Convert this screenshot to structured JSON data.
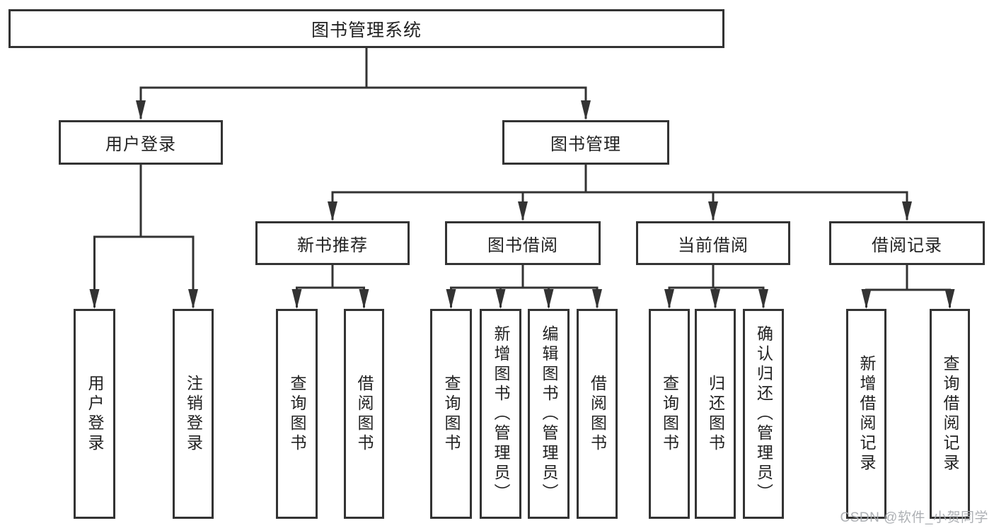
{
  "diagram": {
    "title": "图书管理系统",
    "branches": [
      {
        "label": "用户登录",
        "children": [
          {
            "label": "用户登录"
          },
          {
            "label": "注销登录"
          }
        ]
      },
      {
        "label": "图书管理",
        "children": [
          {
            "label": "新书推荐",
            "children": [
              {
                "label": "查询图书"
              },
              {
                "label": "借阅图书"
              }
            ]
          },
          {
            "label": "图书借阅",
            "children": [
              {
                "label": "查询图书"
              },
              {
                "label": "新增图书（管理员）"
              },
              {
                "label": "编辑图书（管理员）"
              },
              {
                "label": "借阅图书"
              }
            ]
          },
          {
            "label": "当前借阅",
            "children": [
              {
                "label": "查询图书"
              },
              {
                "label": "归还图书"
              },
              {
                "label": "确认归还（管理员）"
              }
            ]
          },
          {
            "label": "借阅记录",
            "children": [
              {
                "label": "新增借阅记录"
              },
              {
                "label": "查询借阅记录"
              }
            ]
          }
        ]
      }
    ]
  },
  "watermark": {
    "text": "CSDN @软件_小贺同学"
  },
  "colors": {
    "line": "#333333",
    "box_border": "#333333",
    "text": "#222222",
    "watermark": "#a7aaae",
    "background": "#ffffff"
  }
}
